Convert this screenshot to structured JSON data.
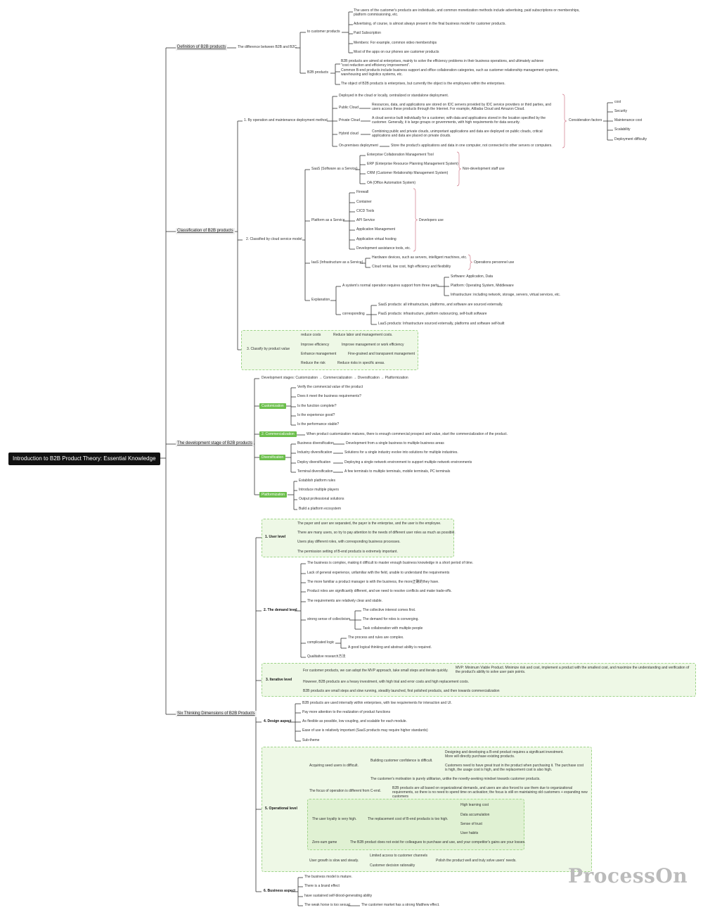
{
  "root": "Introduction to B2B Product Theory: Essential Knowledge",
  "watermark": "ProcessOn",
  "definition": {
    "title": "Definition of B2B products",
    "diff": "The difference between B2B and B2C",
    "to_customer": "to customer products",
    "to_customer_items": [
      "The users of the customer's products are individuals, and common monetization methods include advertising, paid subscriptions or memberships, platform commissioning, etc.",
      "Advertising, of course, is almost always present in the final business model for customer products.",
      "Paid Subscription",
      "Members: For example, common video memberships",
      "Most of the apps on our phones are customer products"
    ],
    "b2b": "B2B products",
    "b2b_items": [
      "B2B products are aimed at enterprises, mainly to solve the efficiency problems in their business operations, and ultimately achieve \"cost reduction and efficiency improvement\".",
      "Common B-end products include business support and office collaboration categories, such as customer relationship management systems, warehousing and logistics systems, etc.",
      "The object of B2B products is enterprises, but currently the object is the employees within the enterprises."
    ]
  },
  "classification": {
    "title": "Classification of B2B products",
    "by_deploy": "1. By operation and maintenance deployment method",
    "deploy_items": [
      "Deployed in the cloud or locally, centralized or standalone deployment.",
      "Public Cloud",
      "Private Cloud",
      "Hybrid cloud",
      "On-premises deployment"
    ],
    "deploy_desc": [
      "Resources, data, and applications are stored on IDC servers provided by IDC service providers or third parties, and users access these products through the Internet. For example, Alibaba Cloud and Amazon Cloud.",
      "A cloud service built individually for a customer, with data and applications stored in the location specified by the customer. Generally, it is large groups or governments, with high requirements for data security.",
      "Combining public and private clouds, unimportant applications and data are deployed on public clouds, critical applications and data are placed on private clouds.",
      "Store the product's applications and data in one computer, not connected to other servers or computers."
    ],
    "consideration": "Consideration factors",
    "consideration_items": [
      "cost",
      "Security",
      "Maintenance cost",
      "Scalability",
      "Deployment difficulty"
    ],
    "by_cloud": "2. Classified by cloud service model",
    "saas": "SaaS (Software as a Service)",
    "saas_items": [
      "Enterprise Collaboration Management Tool",
      "ERP (Enterprise Resource Planning Management System)",
      "CRM (Customer Relationship Management System)",
      "OA (Office Automation System)"
    ],
    "saas_note": "Non-development staff use",
    "paas": "Platform as a Service",
    "paas_items": [
      "Firewall",
      "Container",
      "CICD Tools",
      "API Service",
      "Application Management",
      "Application virtual hosting",
      "Development assistance tools, etc."
    ],
    "paas_note": "Developers use",
    "iaas": "IaaS (Infrastructure as a Service)",
    "iaas_items": [
      "Hardware devices, such as servers, intelligent machines, etc.",
      "Cloud rental, low cost, high efficiency and flexibility"
    ],
    "iaas_note": "Operations personnel use",
    "explanation": "Explanation",
    "three_parts": "A system's normal operation requires support from three parts",
    "three_parts_items": [
      "Software: Application, Data",
      "Platform: Operating System, Middleware",
      "Infrastructure: including network, storage, servers, virtual services, etc."
    ],
    "corresponding": "corresponding",
    "corresponding_items": [
      "SaaS products: all infrastructure, platforms, and software are sourced externally.",
      "PaaS products: infrastructure, platform outsourcing, self-built software",
      "LaaS products: Infrastructure sourced externally, platforms and software self-built"
    ],
    "by_value": "3. Classify by product value",
    "value_items": [
      "reduce costs",
      "Improve efficiency",
      "Enhance management",
      "Reduce the risk"
    ],
    "value_desc": [
      "Reduce labor and management costs.",
      "Improve management or work efficiency",
      "Fine-grained and transparent management",
      "Reduce risks in specific areas."
    ]
  },
  "development": {
    "title": "The development stage of B2B products",
    "stages": "Development stages: Customization → Commercialization → Diversification → Platformization",
    "customization": "Customization",
    "customization_items": [
      "Verify the commercial value of the product",
      "Does it meet the business requirements?",
      "Is the function complete?",
      "Is the experience good?",
      "Is the performance stable?"
    ],
    "commercialization": "2. Commercialization",
    "commercialization_desc": "When product customization matures, there is enough commercial prospect and value, start the commercialization of the product.",
    "diversification": "Diversification",
    "div_items": [
      "Business diversification",
      "Industry diversification",
      "Deploy diversification",
      "Terminal diversification"
    ],
    "div_desc": [
      "Development from a single business to multiple business areas",
      "Solutions for a single industry evolve into solutions for multiple industries.",
      "Deploying a single network environment to support multiple network environments",
      "A few terminals to multiple terminals, mobile terminals, PC terminals"
    ],
    "platformization": "Platformization",
    "platform_items": [
      "Establish platform rules",
      "Introduce multiple players",
      "Output professional solutions",
      "Build a platform ecosystem"
    ]
  },
  "six": {
    "title": "Six Thinking Dimensions of B2B Products",
    "user_level": "1. User level",
    "user_items": [
      "The payer and user are separated, the payer is the enterprise, and the user is the employee.",
      "There are many users, so try to pay attention to the needs of different user roles as much as possible.",
      "Users play different roles, with corresponding business processes.",
      "The permission setting of B-end products is extremely important."
    ],
    "demand_level": "2. The demand level",
    "demand_items": [
      "The business is complex, making it difficult to master enough business knowledge in a short period of time.",
      "Lack of general experience, unfamiliar with the field, unable to understand the requirements",
      "The more familiar a product manager is with the business, the more正确的they have.",
      "Product roles are significantly different, and we need to resolve conflicts and make trade-offs.",
      "The requirements are relatively clear and stable."
    ],
    "collectivism": "strong sense of collectivism",
    "collectivism_items": [
      "The collective interest comes first.",
      "The demand for roles is converging.",
      "Task collaboration with multiple people"
    ],
    "complicated": "complicated logic",
    "complicated_items": [
      "The process and rules are complex.",
      "A good logical thinking and abstract ability is required."
    ],
    "qualitative": "Qualitative research方法",
    "iterative_level": "3. Iterative level",
    "iterative_items": [
      "For customer products, we can adopt the MVP approach, take small steps and iterate quickly.",
      "However, B2B products are a heavy investment, with high trial and error costs and high replacement costs.",
      "B2B products are small steps and slow running, steadily launched, first polished products, and then towards commercialization"
    ],
    "mvp": "MVP: Minimum Viable Product. Minimize risk and cost, implement a product with the smallest cost, and maximize the understanding and verification of the product's ability to solve user pain points.",
    "design_aspect": "4. Design aspect",
    "design_items": [
      "B2B products are used internally within enterprises, with low requirements for interaction and UI.",
      "Pay more attention to the realization of product functions",
      "As flexible as possible, low coupling, and scalable for each module.",
      "Ease of use is relatively important (SaaS products may require higher standards)",
      "Sub-theme"
    ],
    "operational_level": "5. Operational level",
    "seed": "Acquiring seed users is difficult.",
    "confidence": "Building customer confidence is difficult.",
    "confidence_items": [
      "Designing and developing a B-end product requires a significant investment. More will directly purchase existing products.",
      "Customers need to have great trust in the product when purchasing it. The purchase cost is high, the usage cost is high, and the replacement cost is also high."
    ],
    "motivation": "The customer's motivation is purely utilitarian, unlike the novelty-seeking mindset towards customer products.",
    "focus": "The focus of operation is different from C-end.",
    "focus_desc": "B2B products are all based on organizational demands, and users are also forced to use them due to organizational requirements, so there is no need to spend time on activation; the focus is still on maintaining old customers + expanding new customers",
    "loyalty": "The user loyalty is very high.",
    "replacement": "The replacement cost of B-end products is too high.",
    "replacement_items": [
      "High learning cost",
      "Data accumulation",
      "Sense of trust",
      "User habits"
    ],
    "zero_sum": "Zero-sum game",
    "zero_sum_desc": "The B2B product does not exist for colleagues to purchase and use, and your competitor's gains are your losses.",
    "growth": "User growth is slow and steady.",
    "growth_items": [
      "Limited access to customer channels",
      "Customer decision rationality"
    ],
    "growth_note": "Polish the product well and truly solve users' needs.",
    "business_aspect": "6. Business aspect",
    "business_items": [
      "The business model is mature.",
      "There is a brand effect",
      "have sustained self-blood-generating ability",
      "The weak horse is too sexual."
    ],
    "matthew": "The customer market has a strong Matthew effect."
  }
}
